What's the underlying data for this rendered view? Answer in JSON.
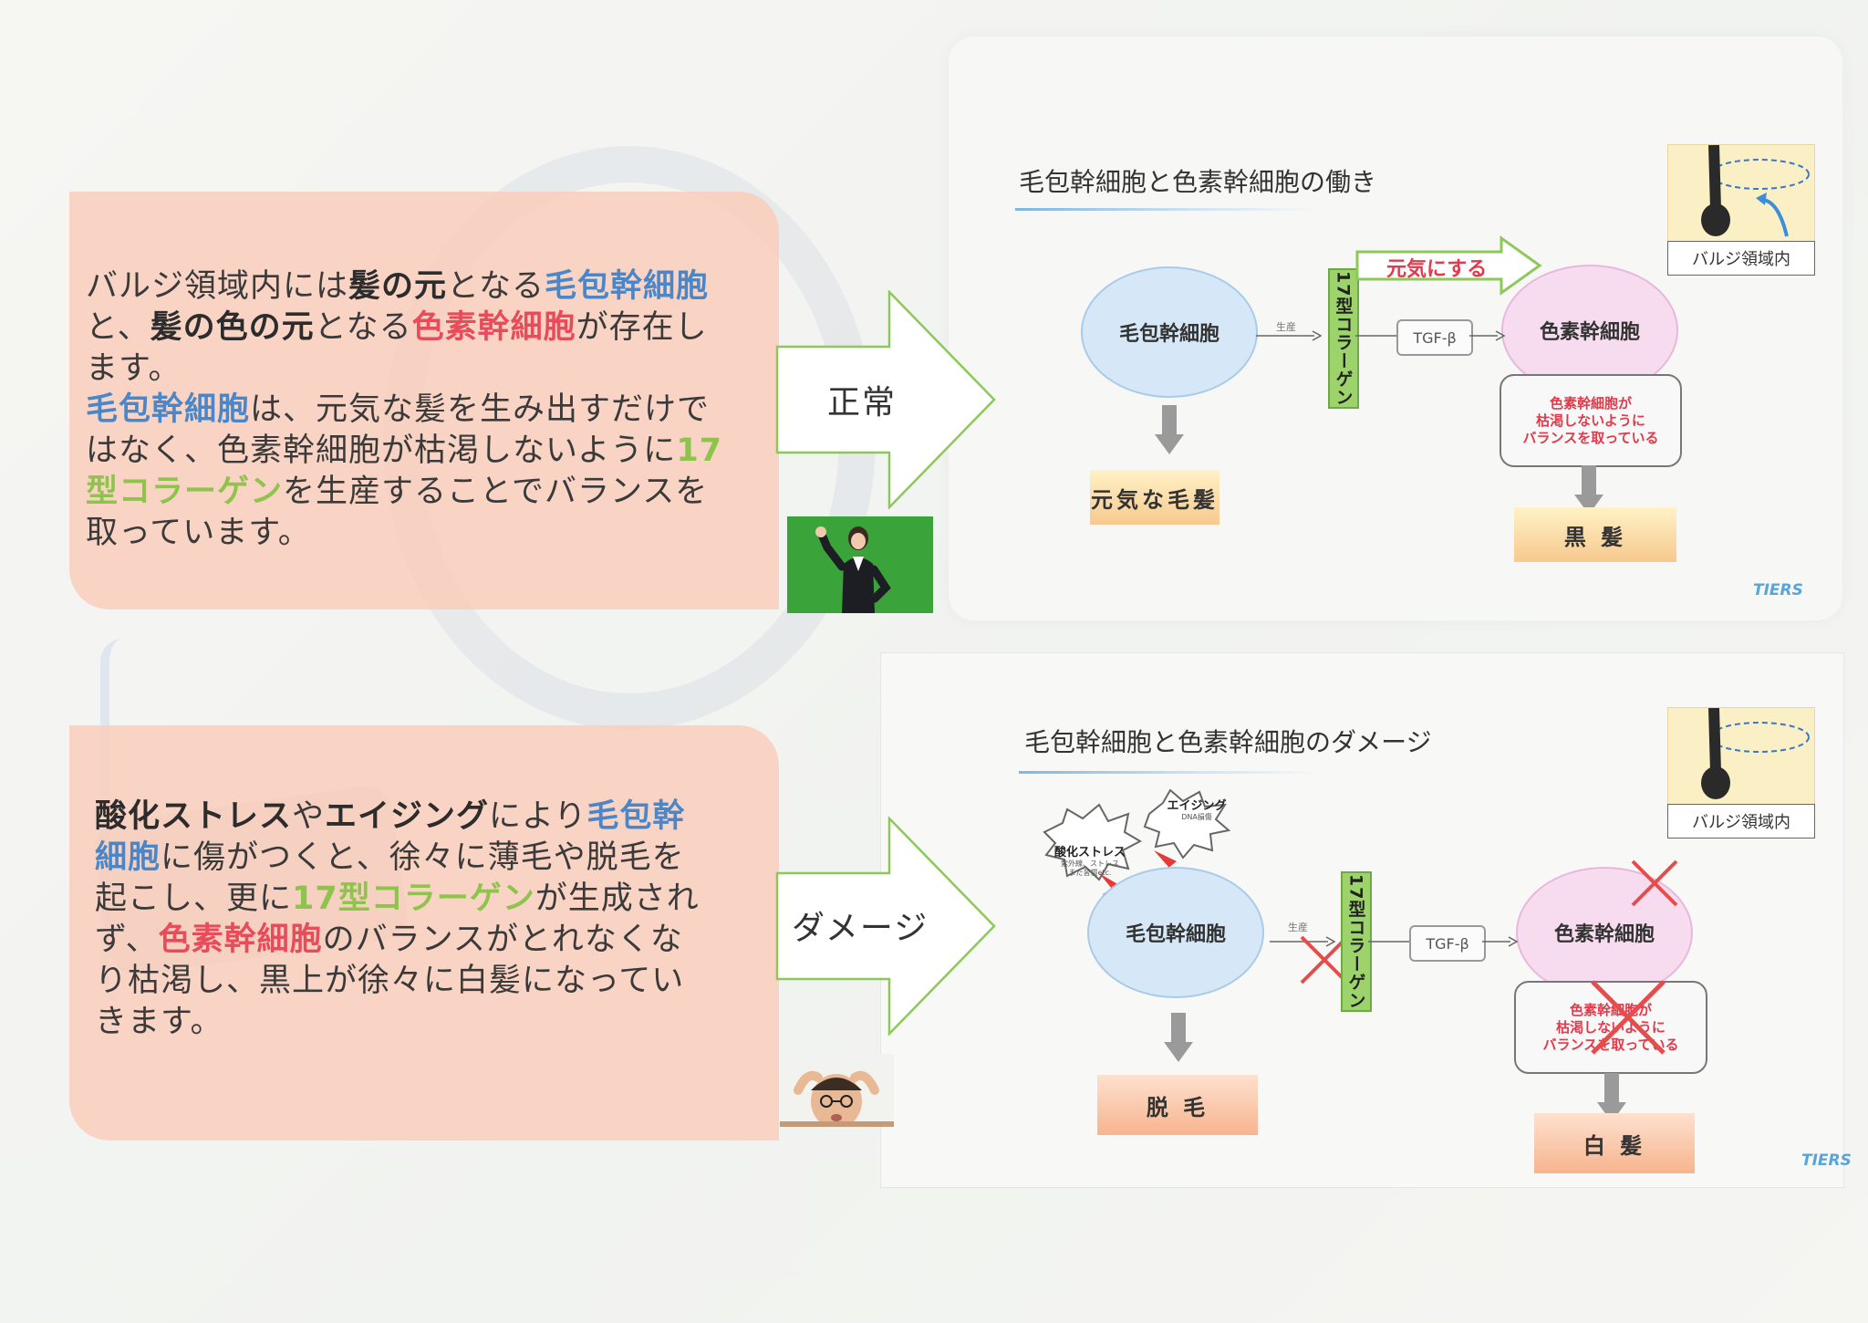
{
  "top_panel": {
    "line1": [
      {
        "text": "バルジ領域内には",
        "style": "plain"
      },
      {
        "text": "髪の元",
        "style": "b"
      },
      {
        "text": "となる",
        "style": "plain"
      },
      {
        "text": "毛包幹細胞",
        "style": "blue"
      }
    ],
    "line2": [
      {
        "text": "と、",
        "style": "plain"
      },
      {
        "text": "髪の色の元",
        "style": "b"
      },
      {
        "text": "となる",
        "style": "plain"
      },
      {
        "text": "色素幹細胞",
        "style": "red"
      },
      {
        "text": "が存在し",
        "style": "plain"
      }
    ],
    "line3": [
      {
        "text": "ます。",
        "style": "plain"
      }
    ],
    "line4": [
      {
        "text": "毛包幹細胞",
        "style": "blue"
      },
      {
        "text": "は、元気な髪を生み出すだけで",
        "style": "plain"
      }
    ],
    "line5": [
      {
        "text": "はなく、色素幹細胞が枯渇しないように",
        "style": "plain"
      },
      {
        "text": "17",
        "style": "green"
      }
    ],
    "line6": [
      {
        "text": "型コラーゲン",
        "style": "green"
      },
      {
        "text": "を生産することでバランスを",
        "style": "plain"
      }
    ],
    "line7": [
      {
        "text": "取っています。",
        "style": "plain"
      }
    ]
  },
  "bottom_panel": {
    "line1": [
      {
        "text": "酸化ストレス",
        "style": "b"
      },
      {
        "text": "や",
        "style": "plain"
      },
      {
        "text": "エイジング",
        "style": "b"
      },
      {
        "text": "により",
        "style": "plain"
      },
      {
        "text": "毛包幹",
        "style": "blue"
      }
    ],
    "line2": [
      {
        "text": "細胞",
        "style": "blue"
      },
      {
        "text": "に傷がつくと、徐々に薄毛や脱毛を",
        "style": "plain"
      }
    ],
    "line3": [
      {
        "text": "起こし、更に",
        "style": "plain"
      },
      {
        "text": "17型コラーゲン",
        "style": "green"
      },
      {
        "text": "が生成され",
        "style": "plain"
      }
    ],
    "line4": [
      {
        "text": "ず、",
        "style": "plain"
      },
      {
        "text": "色素幹細胞",
        "style": "red"
      },
      {
        "text": "のバランスがとれなくな",
        "style": "plain"
      }
    ],
    "line5": [
      {
        "text": "り枯渇し、黒上が徐々に白髪になってい",
        "style": "plain"
      }
    ],
    "line6": [
      {
        "text": "きます。",
        "style": "plain"
      }
    ]
  },
  "arrows": {
    "normal_label": "正常",
    "damage_label": "ダメージ"
  },
  "diagram_normal": {
    "title": "毛包幹細胞と色素幹細胞の働き",
    "hair_stem_cell": "毛包幹細胞",
    "pigment_stem_cell": "色素幹細胞",
    "collagen": "17型コラーゲン",
    "produce_label": "生産",
    "tgf": "TGF-β",
    "energize_label": "元気にする",
    "balance_note": "色素幹細胞が\n枯渇しないように\nバランスを取っている",
    "result_left": "元気な毛髪",
    "result_right": "黒 髪",
    "bulge_label": "バルジ領域内",
    "brand": "TIERS"
  },
  "diagram_damage": {
    "title": "毛包幹細胞と色素幹細胞のダメージ",
    "hair_stem_cell": "毛包幹細胞",
    "pigment_stem_cell": "色素幹細胞",
    "collagen": "17型コラーゲン",
    "produce_label": "生産",
    "tgf": "TGF-β",
    "stress_main": "酸化ストレス",
    "stress_sub": "紫外線、ストレス\nまた習慣etc.",
    "aging_main": "エイジング",
    "aging_sub": "DNA損傷",
    "balance_note": "色素幹細胞が\n枯渇しないように\nバランスを取っている",
    "result_left": "脱 毛",
    "result_right": "白 髪",
    "bulge_label": "バルジ領域内",
    "brand": "TIERS"
  },
  "colors": {
    "panel": "#facdb9",
    "blue_text": "#4a86c8",
    "red_text": "#e84b5a",
    "green_text": "#8ec34c",
    "arrow_outline": "#8cc85a",
    "cross": "#e64c4c"
  }
}
